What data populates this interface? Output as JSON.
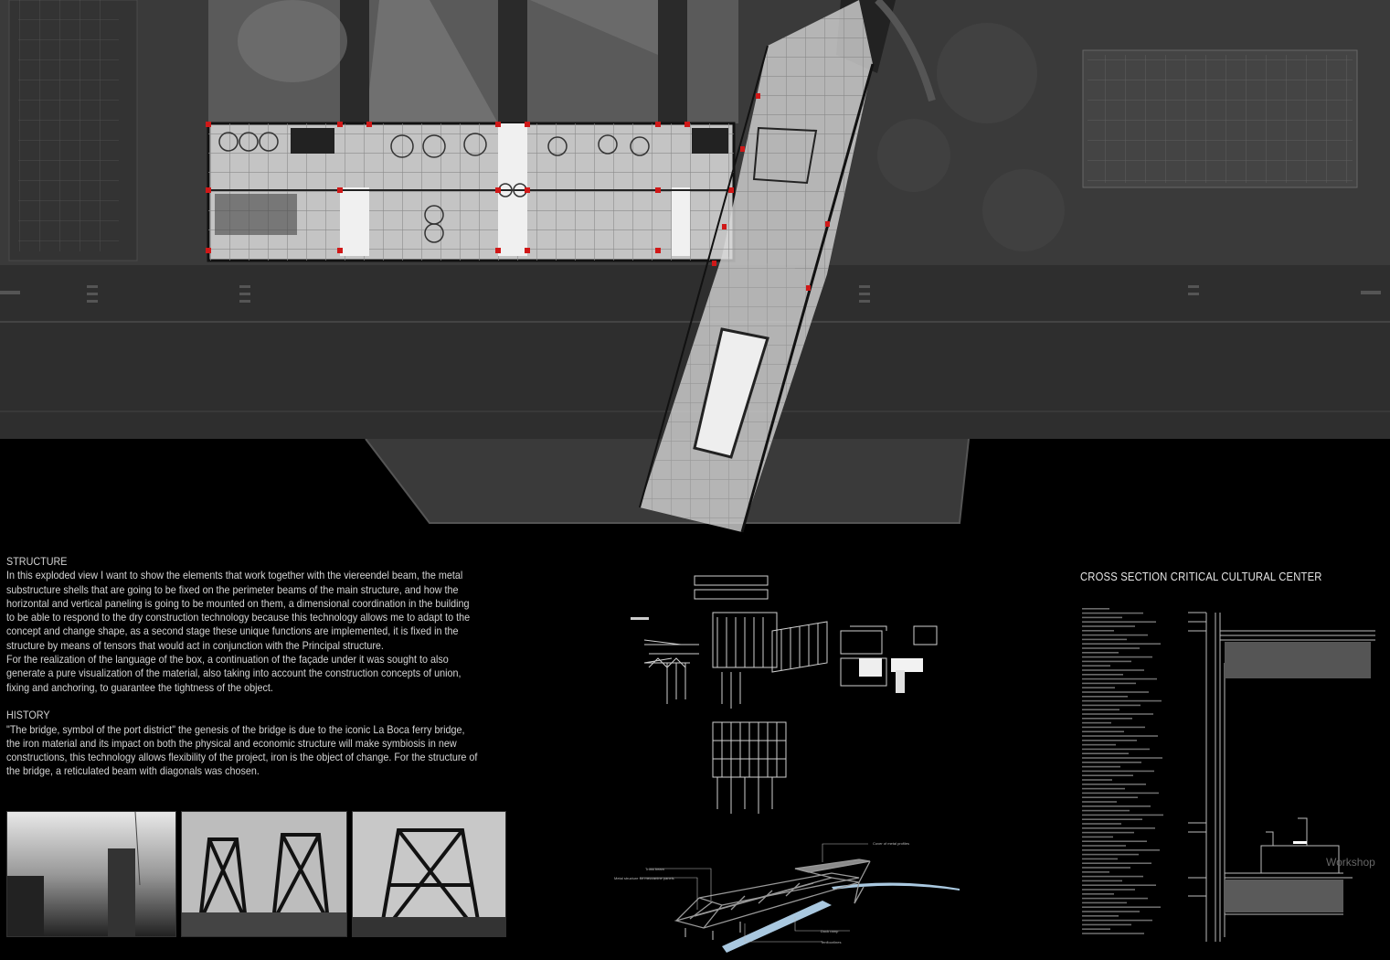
{
  "structure": {
    "heading": "STRUCTURE",
    "paragraphs": [
      "In this exploded view I want to show the elements that work together with the viereendel beam, the metal substructure shells that are going to be fixed on the perimeter beams of the main structure, and how the horizontal and vertical paneling is going to be mounted on them, a dimensional coordination in the building to be able to respond to the dry construction technology because this technology allows me to adapt to the concept and change shape, as a second stage these unique functions are implemented, it is fixed in the structure by means of tensors that would act in conjunction with the Principal structure.",
      "For the realization of the language of the box, a continuation of the façade under it was sought to also generate a pure visualization of the material, also taking into account the construction concepts of union, fixing and anchoring, to guarantee the tightness of the object."
    ]
  },
  "history": {
    "heading": "HISTORY",
    "paragraph": "\"The bridge, symbol of the port district\" the genesis of the bridge is due to the iconic La Boca ferry bridge, the iron material and its impact on both the physical and economic structure will make symbiosis in new constructions, this technology allows flexibility of the project, iron is the object of change. For the structure of the bridge, a reticulated beam with diagonals was chosen."
  },
  "bridge_diagram": {
    "labels": {
      "cover": "Cover of metal profiles",
      "truss": "Truss beam",
      "mezzanine": "Metal structure for mezzanine panels",
      "dock": "Dock ramp",
      "other": "Tenfloorlines"
    }
  },
  "cross_section": {
    "title": "CROSS SECTION CRITICAL CULTURAL CENTER",
    "room_label": "Workshop"
  },
  "colors": {
    "background": "#000000",
    "plan_gray": "#3c3c3c",
    "building": "#c9c9c9",
    "column_red": "#d01818",
    "water_blue": "#a9c8e0"
  }
}
